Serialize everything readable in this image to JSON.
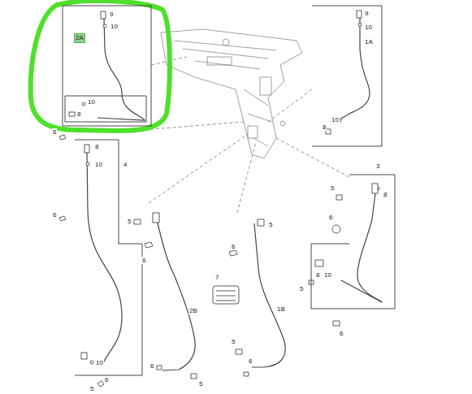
{
  "diagram": {
    "nodes": [
      {
        "text": [
          "2A"
        ]
      },
      {
        "text": [
          "1A"
        ]
      },
      {
        "text": [
          "4"
        ]
      },
      {
        "text": [
          "3"
        ]
      }
    ],
    "edges": [],
    "labels": [
      "9",
      "10",
      "10",
      "8",
      "9",
      "10",
      "10",
      "8",
      "6",
      "8",
      "10",
      "6",
      "10",
      "5",
      "6",
      "5",
      "6",
      "2B",
      "6",
      "5",
      "7",
      "6",
      "5",
      "1B",
      "5",
      "6",
      "5",
      "8",
      "6",
      "5",
      "8",
      "10",
      "6"
    ]
  }
}
